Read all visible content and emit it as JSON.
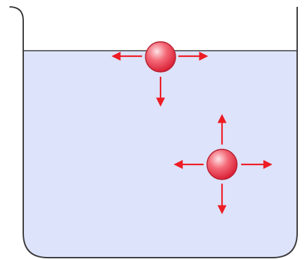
{
  "diagram": {
    "kind": "surface-tension-container",
    "colors": {
      "water": "#dde3fb",
      "container_stroke": "#3a3a3a",
      "surface_line": "#3a3a3a",
      "arrow": "#ee1c24",
      "molecule_light": "#fde3e6",
      "molecule_mid": "#f46a78",
      "molecule_dark": "#d81d34",
      "molecule_stroke": "#b5202f"
    },
    "molecules": [
      {
        "name": "surface-molecule",
        "arrows": [
          "left",
          "right",
          "down"
        ]
      },
      {
        "name": "bulk-molecule",
        "arrows": [
          "left",
          "right",
          "up",
          "down"
        ]
      }
    ]
  }
}
